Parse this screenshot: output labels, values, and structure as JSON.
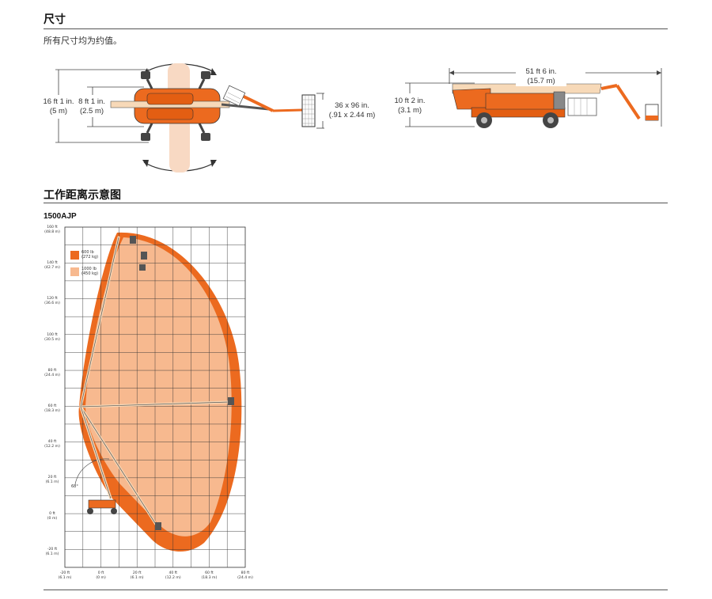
{
  "sections": {
    "dimensions_title": "尺寸",
    "dimensions_note": "所有尺寸均为约值。",
    "work_envelope_title": "工作距离示意图"
  },
  "top_view": {
    "width_label": [
      "16 ft 1 in.",
      "(5 m)"
    ],
    "track_label": [
      "8 ft 1 in.",
      "(2.5 m)"
    ],
    "platform_label": [
      "36 x 96 in.",
      "(.91 x 2.44 m)"
    ]
  },
  "side_view": {
    "length_label": [
      "51 ft 6 in.",
      "(15.7 m)"
    ],
    "height_label": [
      "10 ft 2 in.",
      "(3.1 m)"
    ]
  },
  "envelope": {
    "model": "1500AJP",
    "angle_label": "68°",
    "legend": [
      {
        "line1": "600 lb",
        "line2": "(272 kg)",
        "color": "#ec6a1f"
      },
      {
        "line1": "1000 lb",
        "line2": "(450 kg)",
        "color": "#f7b98f"
      }
    ],
    "y_ticks": [
      {
        "ft": "160 ft",
        "m": "(48.8 m)"
      },
      {
        "ft": "140 ft",
        "m": "(42.7 m)"
      },
      {
        "ft": "120 ft",
        "m": "(36.6 m)"
      },
      {
        "ft": "100 ft",
        "m": "(30.5 m)"
      },
      {
        "ft": "80 ft",
        "m": "(24.4 m)"
      },
      {
        "ft": "60 ft",
        "m": "(18.3 m)"
      },
      {
        "ft": "40 ft",
        "m": "(12.2 m)"
      },
      {
        "ft": "20 ft",
        "m": "(6.1 m)"
      },
      {
        "ft": "0 ft",
        "m": "(0 m)"
      },
      {
        "ft": "-20 ft",
        "m": "(6.1 m)"
      }
    ],
    "x_ticks": [
      {
        "ft": "-20 ft",
        "m": "(6.1 m)"
      },
      {
        "ft": "0 ft",
        "m": "(0 m)"
      },
      {
        "ft": "20 ft",
        "m": "(6.1 m)"
      },
      {
        "ft": "40 ft",
        "m": "(12.2 m)"
      },
      {
        "ft": "60 ft",
        "m": "(18.3 m)"
      },
      {
        "ft": "80 ft",
        "m": "(24.4 m)"
      }
    ]
  }
}
